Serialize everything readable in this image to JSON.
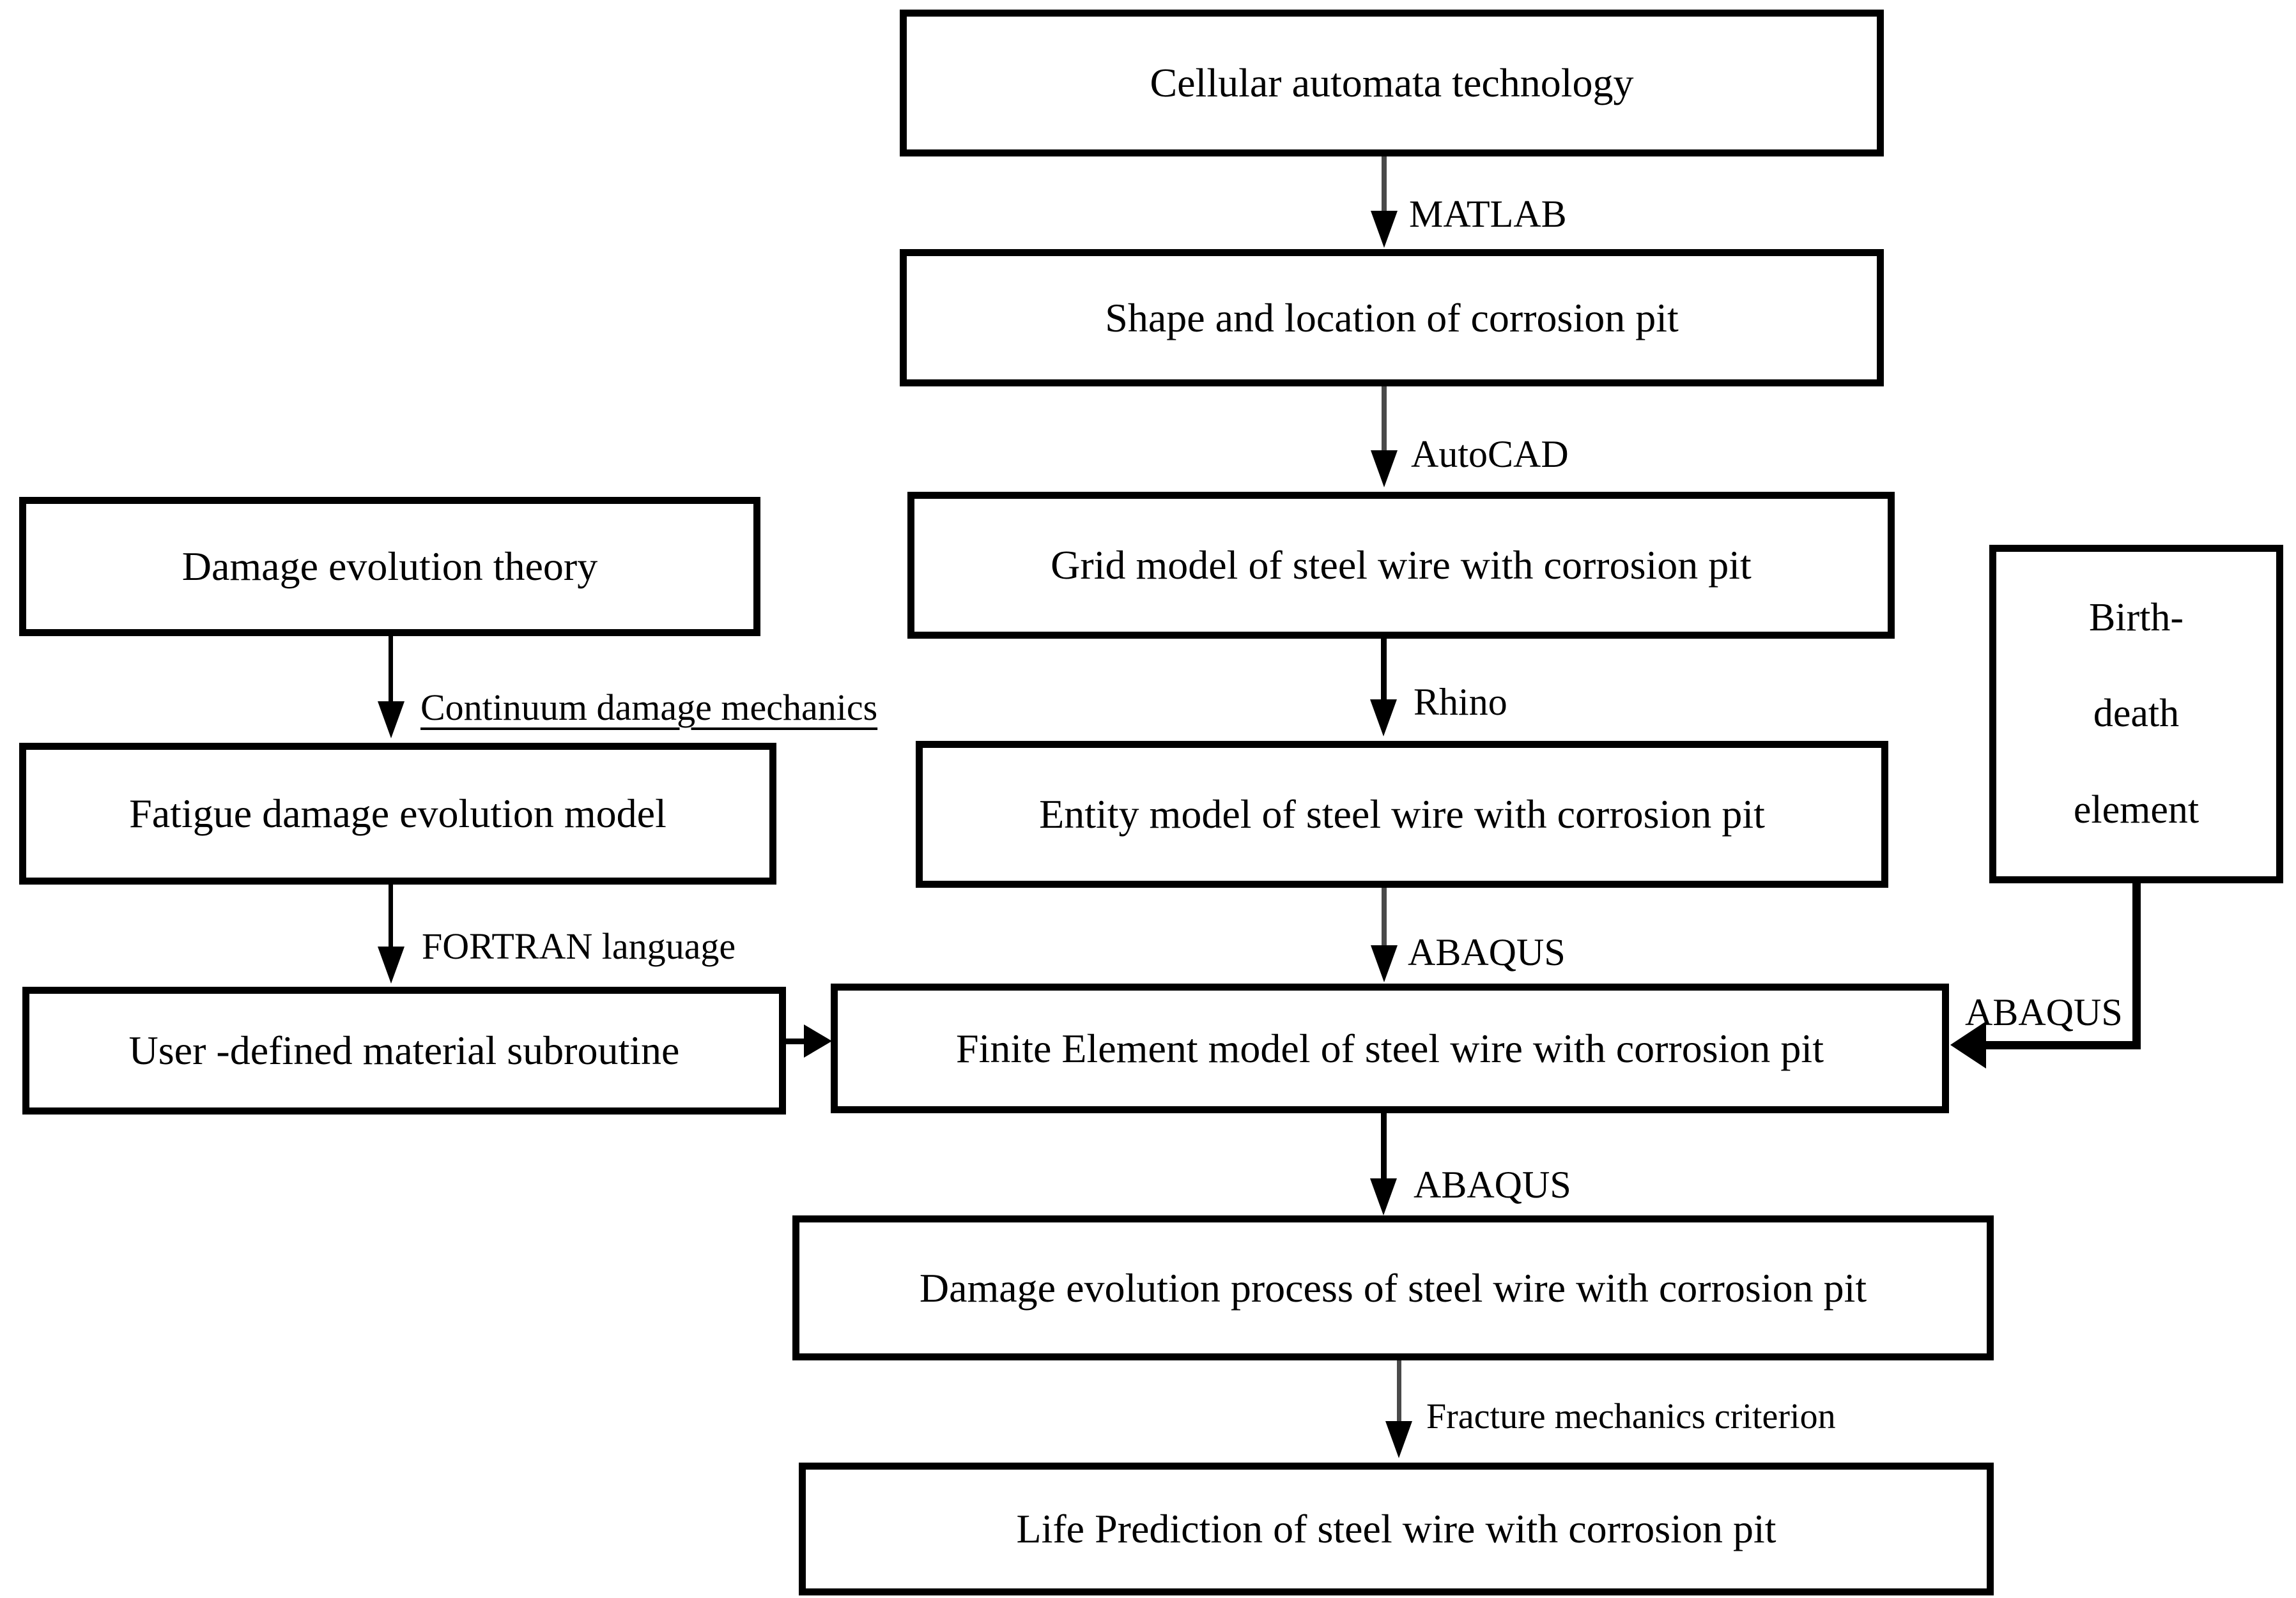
{
  "canvas": {
    "background_color": "#ffffff",
    "ink_color": "#000000",
    "muted_line_color": "#4a4a4a"
  },
  "nodes": {
    "cellular": {
      "label": "Cellular automata technology"
    },
    "shape": {
      "label": "Shape and location of corrosion pit"
    },
    "grid": {
      "label": "Grid model of steel wire with corrosion pit"
    },
    "entity": {
      "label": "Entity model of steel wire with corrosion pit"
    },
    "finite": {
      "label": "Finite Element model of steel wire with corrosion pit"
    },
    "damage_process": {
      "label": "Damage evolution process of steel wire with corrosion pit"
    },
    "life": {
      "label": "Life Prediction of steel wire with corrosion pit"
    },
    "theory": {
      "label": "Damage evolution theory"
    },
    "fatigue": {
      "label": "Fatigue damage evolution model"
    },
    "user_subroutine": {
      "label": "User -defined material subroutine"
    },
    "birth_death": {
      "line1": "Birth-",
      "line2": "death",
      "line3": "element"
    }
  },
  "edges": [
    {
      "from": "cellular",
      "to": "shape",
      "label": "MATLAB"
    },
    {
      "from": "shape",
      "to": "grid",
      "label": "AutoCAD"
    },
    {
      "from": "grid",
      "to": "entity",
      "label": "Rhino"
    },
    {
      "from": "entity",
      "to": "finite",
      "label": "ABAQUS"
    },
    {
      "from": "finite",
      "to": "damage_process",
      "label": "ABAQUS"
    },
    {
      "from": "damage_process",
      "to": "life",
      "label": "Fracture mechanics criterion"
    },
    {
      "from": "theory",
      "to": "fatigue",
      "label": "Continuum damage mechanics",
      "underlined": true
    },
    {
      "from": "fatigue",
      "to": "user_subroutine",
      "label": "FORTRAN language"
    },
    {
      "from": "user_subroutine",
      "to": "finite",
      "label": ""
    },
    {
      "from": "birth_death",
      "to": "finite",
      "label": "ABAQUS"
    }
  ]
}
